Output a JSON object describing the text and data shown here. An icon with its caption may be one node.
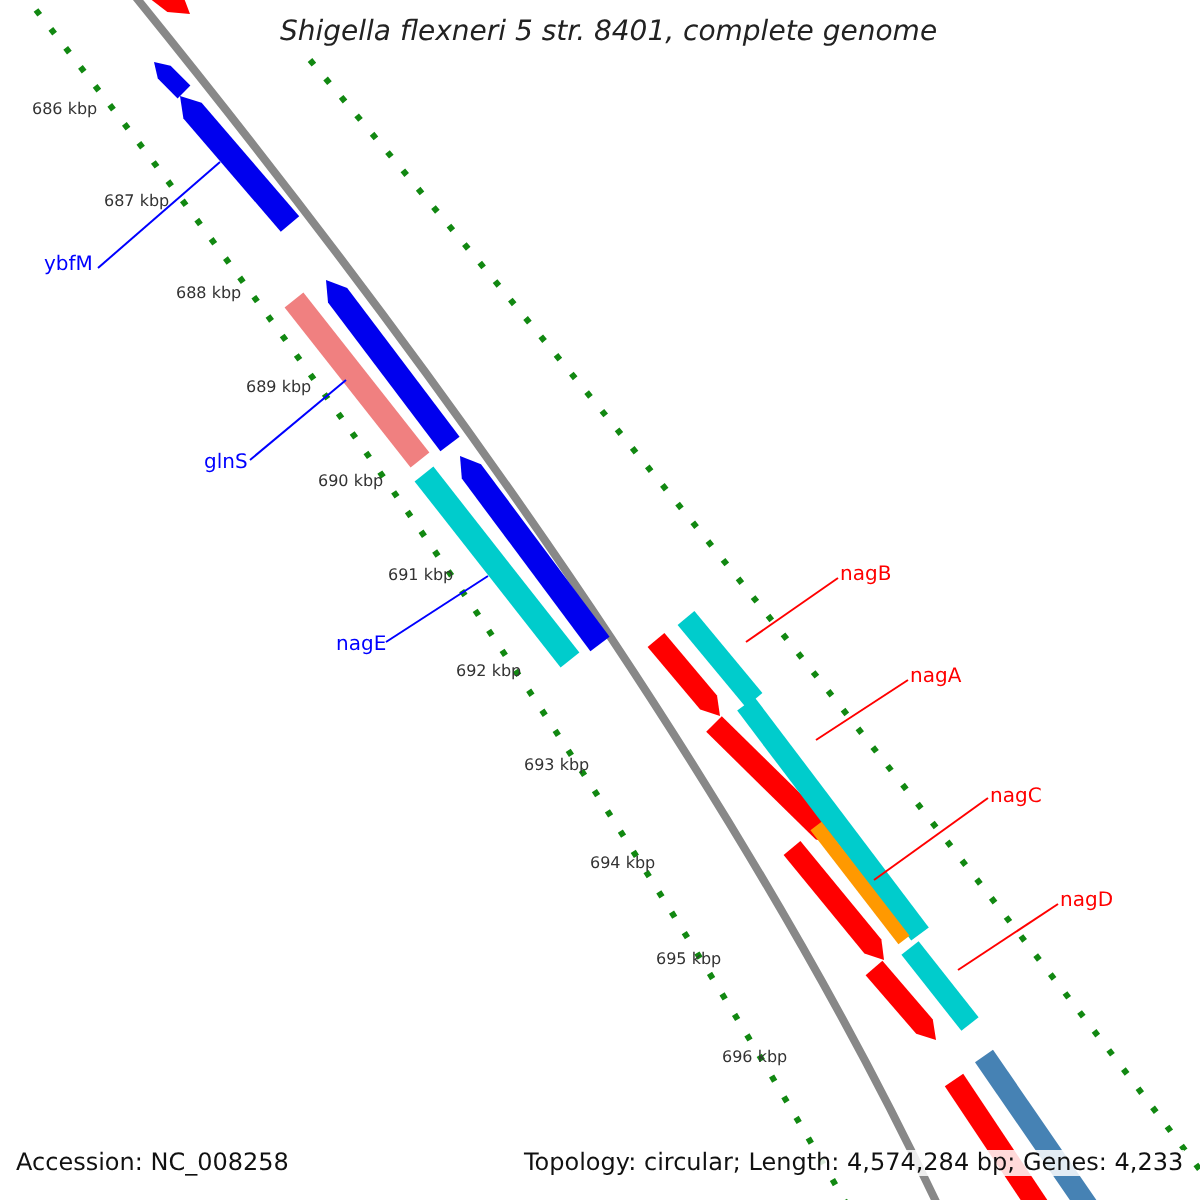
{
  "diagram": {
    "title": "Shigella flexneri 5 str. 8401, complete genome",
    "nodes": [
      {
        "text": [
          "ybfM"
        ]
      },
      {
        "text": [
          "glnS"
        ]
      },
      {
        "text": [
          "nagE"
        ]
      },
      {
        "text": [
          "nagB"
        ]
      },
      {
        "text": [
          "nagA"
        ]
      },
      {
        "text": [
          "nagC"
        ]
      },
      {
        "text": [
          "nagD"
        ]
      },
      {
        "text": [],
        "shape": "arrow"
      },
      {
        "text": [],
        "shape": "bar"
      },
      {
        "text": [],
        "shape": "bar"
      },
      {
        "text": [],
        "shape": "bar"
      },
      {
        "text": [],
        "shape": "bar"
      },
      {
        "text": [],
        "shape": "bar"
      },
      {
        "text": [],
        "shape": "bar"
      }
    ],
    "edges": [
      {
        "from": 0,
        "to": 7,
        "arrow": "none",
        "color": "#0000ff"
      },
      {
        "from": 1,
        "to": 8,
        "arrow": "none",
        "color": "#0000ff"
      },
      {
        "from": 2,
        "to": 9,
        "arrow": "none",
        "color": "#0000ff"
      },
      {
        "from": 3,
        "to": 10,
        "arrow": "none",
        "color": "#ff0000"
      },
      {
        "from": 4,
        "to": 11,
        "arrow": "none",
        "color": "#ff0000"
      },
      {
        "from": 5,
        "to": 12,
        "arrow": "none",
        "color": "#ff0000"
      },
      {
        "from": 6,
        "to": 13,
        "arrow": "none",
        "color": "#ff0000"
      }
    ],
    "labels": [
      "686 kbp",
      "687 kbp",
      "688 kbp",
      "689 kbp",
      "690 kbp",
      "691 kbp",
      "692 kbp",
      "693 kbp",
      "694 kbp",
      "695 kbp",
      "696 kbp",
      "Accession: NC_008258",
      "Topology: circular; Length: 4,574,284 bp; Genes: 4,233"
    ]
  }
}
